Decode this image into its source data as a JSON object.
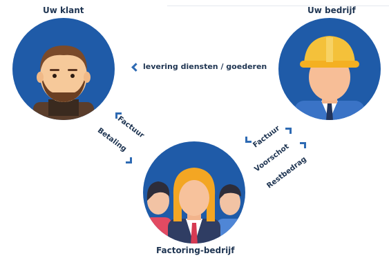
{
  "nodes": {
    "client": {
      "label": "Uw klant"
    },
    "company": {
      "label": "Uw bedrijf"
    },
    "factoring": {
      "label": "Factoring-bedrijf"
    }
  },
  "flows": {
    "delivery": "levering diensten / goederen",
    "invoice_to_factor": "Factuur",
    "payment": "Betaling",
    "invoice_from_company": "Factuur",
    "advance": "Voorschot",
    "remainder": "Restbedrag"
  },
  "colors": {
    "circle": "#1f5ba8",
    "arrow": "#2e6ab3",
    "text": "#1f3552"
  }
}
